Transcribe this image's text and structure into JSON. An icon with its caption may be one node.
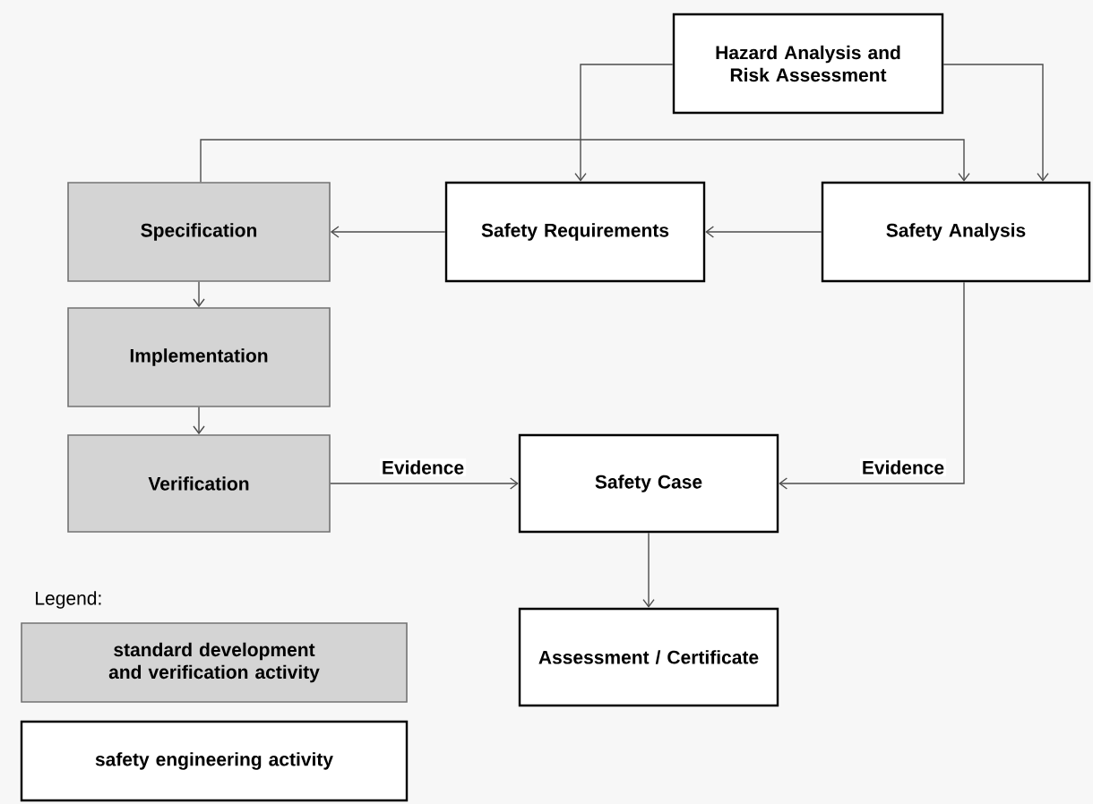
{
  "diagram": {
    "nodes": [
      {
        "text": [
          "Hazard Analysis and Risk Assessment"
        ]
      },
      {
        "text": [
          "Safety Requirements"
        ]
      },
      {
        "text": [
          "Safety Analysis"
        ]
      },
      {
        "text": [
          "Specification"
        ]
      },
      {
        "text": [
          "Implementation"
        ]
      },
      {
        "text": [
          "Verification"
        ]
      },
      {
        "text": [
          "Safety Case"
        ]
      },
      {
        "text": [
          "Assessment / Certificate"
        ]
      }
    ],
    "edges": [
      {
        "from": 0,
        "to": 1,
        "arrow": "to"
      },
      {
        "from": 0,
        "to": 2,
        "arrow": "to"
      },
      {
        "from": 3,
        "to": 2,
        "arrow": "to"
      },
      {
        "from": 2,
        "to": 1,
        "arrow": "to"
      },
      {
        "from": 1,
        "to": 3,
        "arrow": "to"
      },
      {
        "from": 3,
        "to": 4,
        "arrow": "to"
      },
      {
        "from": 4,
        "to": 5,
        "arrow": "to"
      },
      {
        "from": 5,
        "to": 6,
        "arrow": "to",
        "label": "Evidence"
      },
      {
        "from": 2,
        "to": 6,
        "arrow": "to",
        "label": "Evidence"
      },
      {
        "from": 6,
        "to": 7,
        "arrow": "to"
      }
    ],
    "labels": [
      "Legend:"
    ],
    "legend": [
      {
        "text": "standard development and verification activity",
        "color": "#d4d4d4"
      },
      {
        "text": "safety engineering activity",
        "color": "#ffffff"
      }
    ]
  }
}
